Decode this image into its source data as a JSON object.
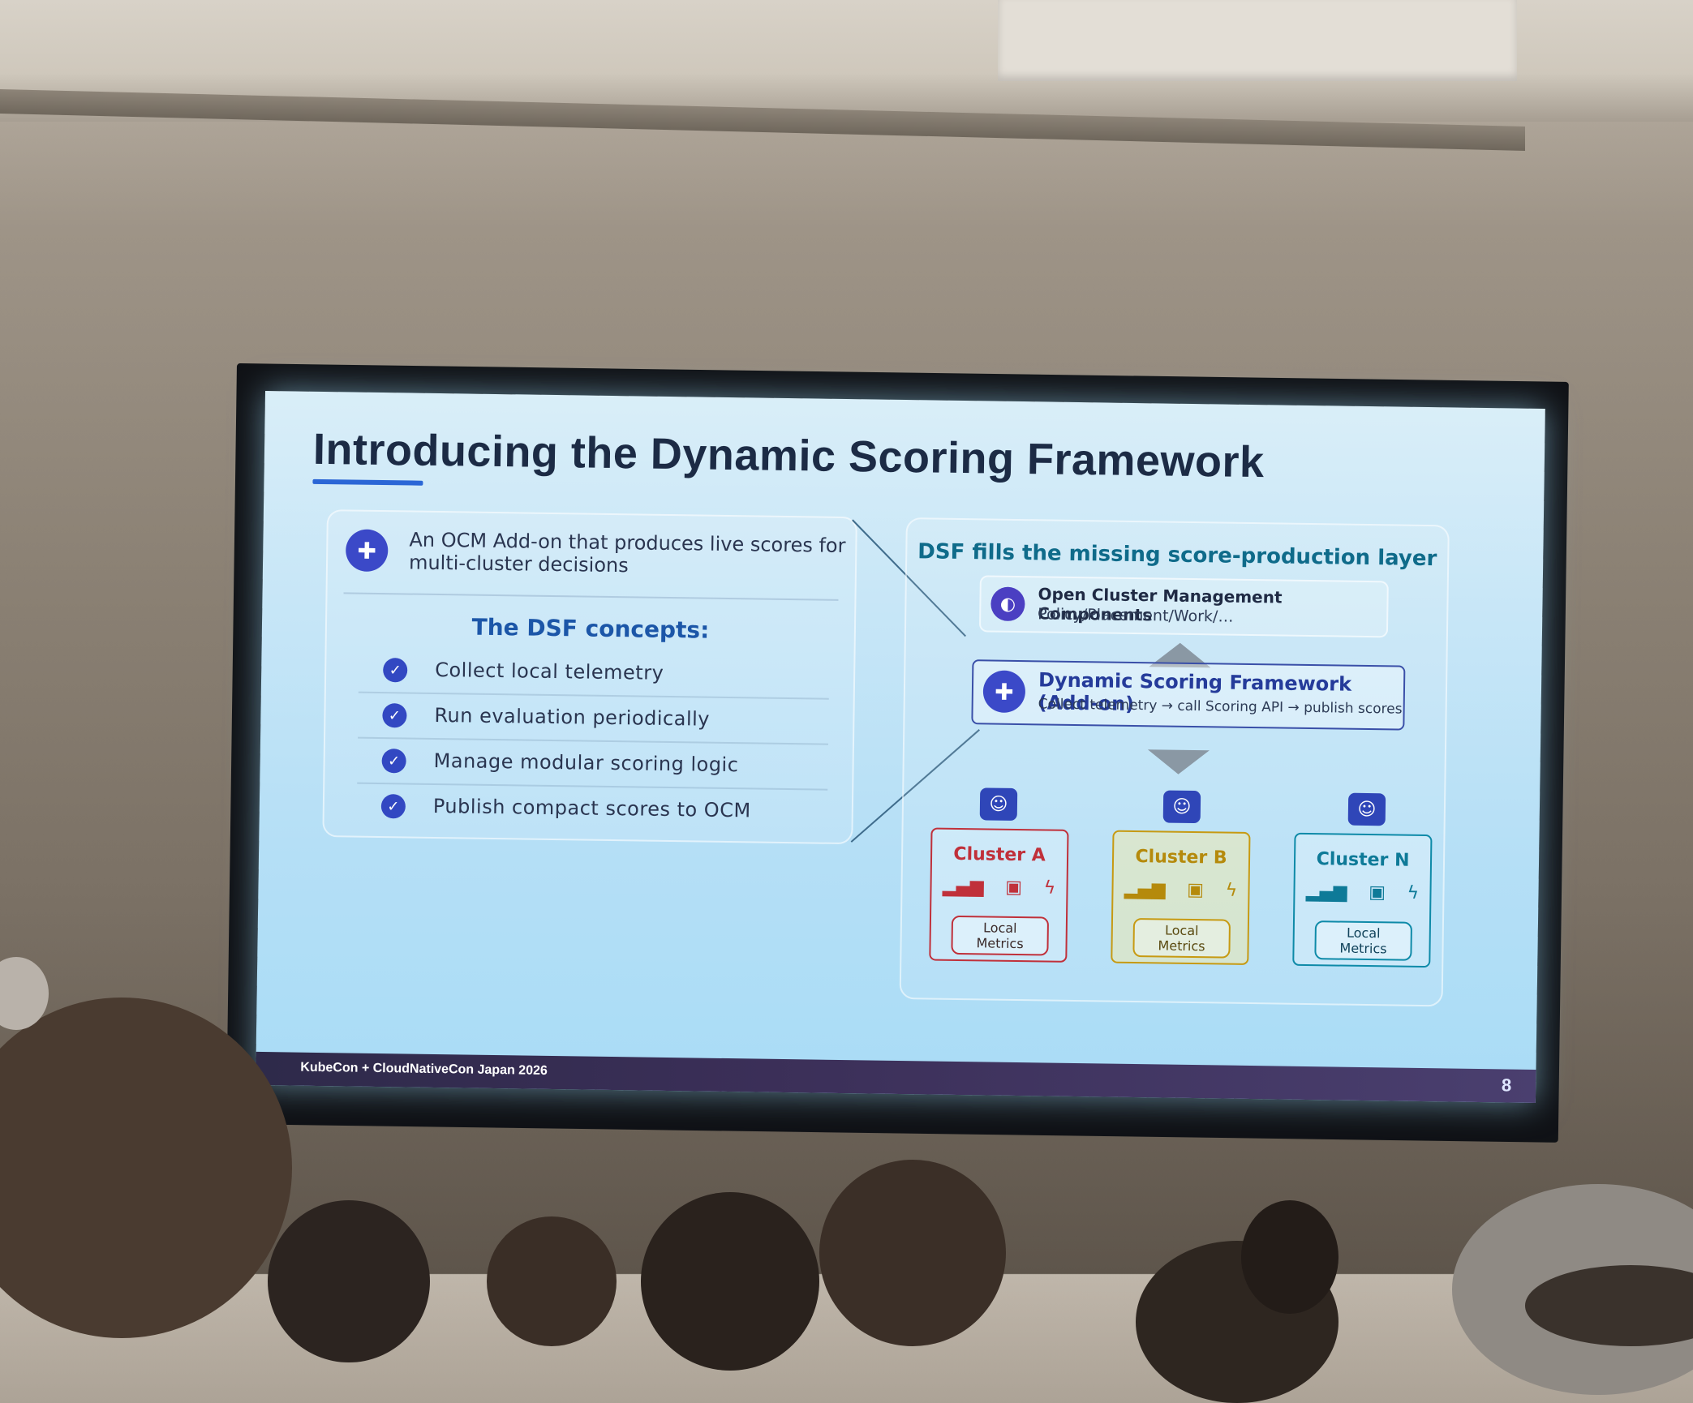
{
  "slide": {
    "title": "Introducing the Dynamic Scoring Framework",
    "intro": "An OCM Add-on that produces live scores for multi-cluster decisions",
    "concepts_heading": "The DSF concepts:",
    "concepts": [
      "Collect local telemetry",
      "Run evaluation periodically",
      "Manage modular scoring logic",
      "Publish compact scores to OCM"
    ],
    "diagram": {
      "heading": "DSF fills the missing score-production layer",
      "ocm_title": "Open Cluster Management Components",
      "ocm_subtitle": "Policy/Placement/Work/…",
      "dsf_title": "Dynamic Scoring Framework (Add-on)",
      "dsf_subtitle": "Collect telemetry → call Scoring API → publish scores",
      "clusters": [
        {
          "name": "Cluster A",
          "metrics": "Local\nMetrics",
          "color": "#c0303a"
        },
        {
          "name": "Cluster B",
          "metrics": "Local\nMetrics",
          "color": "#c79a12"
        },
        {
          "name": "Cluster N",
          "metrics": "Local\nMetrics",
          "color": "#0e8aa8"
        }
      ]
    },
    "footer": "KubeCon + CloudNativeCon Japan 2026",
    "page_number": "8"
  },
  "colors": {
    "slide_background": "#bfe5f8",
    "title": "#1c2b45",
    "accent_blue": "#2b66d6",
    "concept_heading": "#1c56a8",
    "diagram_heading": "#0f6b8a",
    "badge": "#3b49c8"
  }
}
